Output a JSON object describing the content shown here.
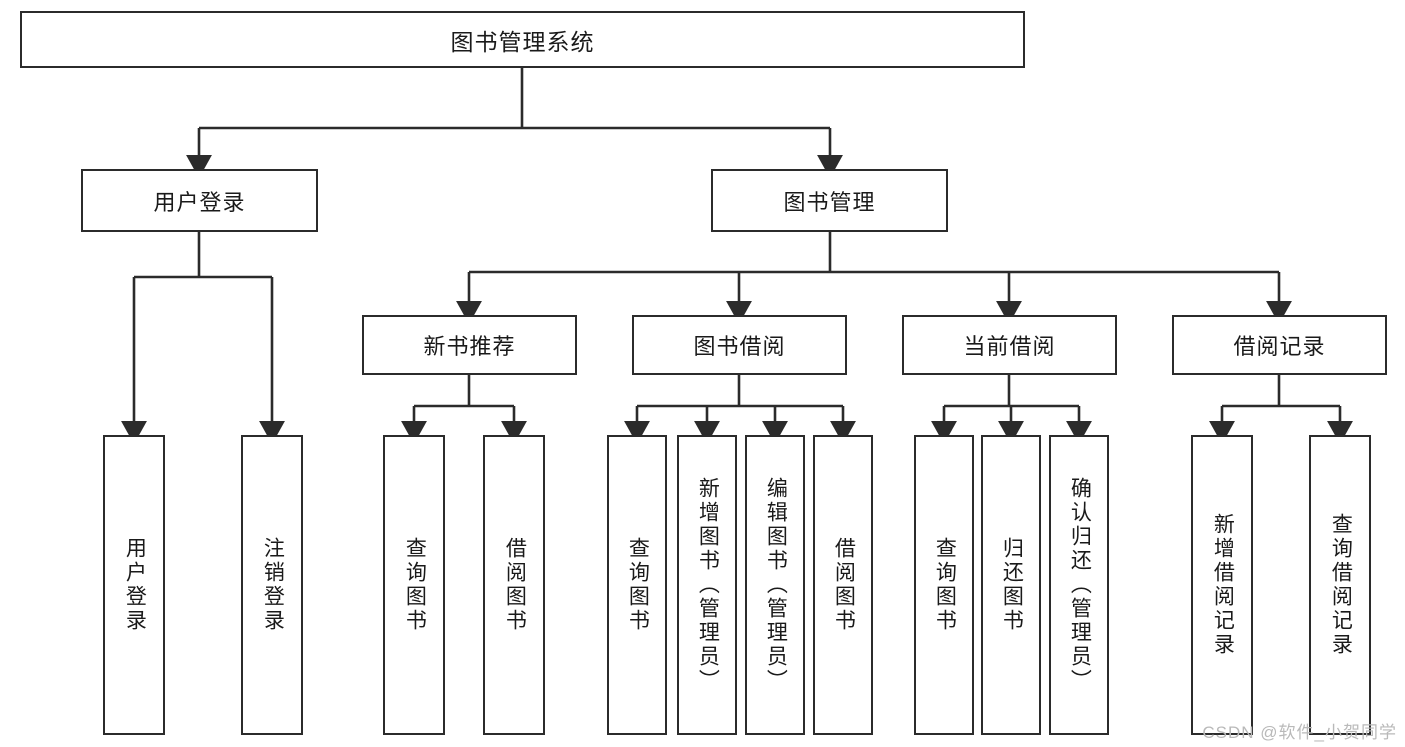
{
  "diagram": {
    "type": "hierarchy-tree",
    "title": "图书管理系统",
    "watermark": "CSDN @软件_小贺同学",
    "colors": {
      "box_border": "#2b2b2b",
      "box_fill": "#ffffff",
      "connector": "#2b2b2b",
      "text": "#1a1a1a",
      "watermark": "#b9b9b9"
    },
    "levels": {
      "root": {
        "label": "图书管理系统"
      },
      "level2": [
        {
          "label": "用户登录"
        },
        {
          "label": "图书管理"
        }
      ],
      "level3": [
        {
          "label": "新书推荐"
        },
        {
          "label": "图书借阅"
        },
        {
          "label": "当前借阅"
        },
        {
          "label": "借阅记录"
        }
      ],
      "leaves": [
        {
          "label": "用户登录",
          "parent": "用户登录"
        },
        {
          "label": "注销登录",
          "parent": "用户登录"
        },
        {
          "label": "查询图书",
          "parent": "新书推荐"
        },
        {
          "label": "借阅图书",
          "parent": "新书推荐"
        },
        {
          "label": "查询图书",
          "parent": "图书借阅"
        },
        {
          "label": "新增图书（管理员）",
          "parent": "图书借阅"
        },
        {
          "label": "编辑图书（管理员）",
          "parent": "图书借阅"
        },
        {
          "label": "借阅图书",
          "parent": "图书借阅"
        },
        {
          "label": "查询图书",
          "parent": "当前借阅"
        },
        {
          "label": "归还图书",
          "parent": "当前借阅"
        },
        {
          "label": "确认归还（管理员）",
          "parent": "当前借阅"
        },
        {
          "label": "新增借阅记录",
          "parent": "借阅记录"
        },
        {
          "label": "查询借阅记录",
          "parent": "借阅记录"
        }
      ]
    }
  }
}
